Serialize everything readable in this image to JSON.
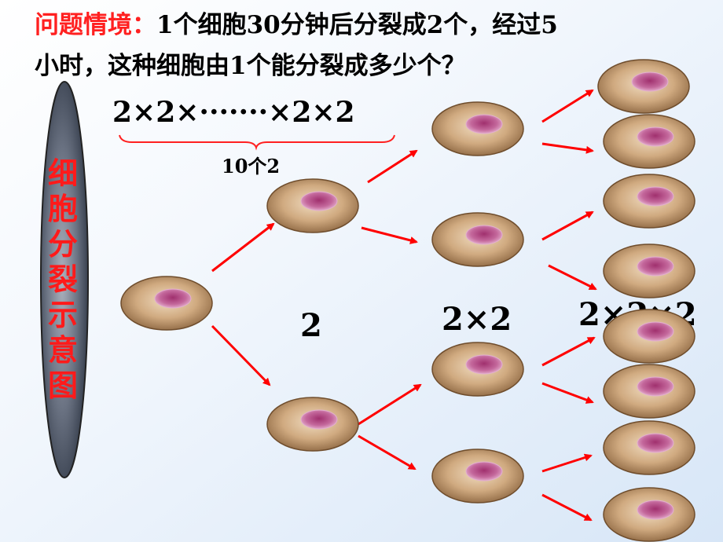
{
  "problem": {
    "label": "问题情境：",
    "line1": "1个细胞30分钟后分裂成2个，经过5",
    "line2": "小时，这种细胞由1个能分裂成多少个？"
  },
  "side_label": [
    "细",
    "胞",
    "分",
    "裂",
    "示",
    "意",
    "图"
  ],
  "formula": "2×2×·······×2×2",
  "brace_label": "10个2",
  "level_labels": [
    "2",
    "2×2",
    "2×2×2"
  ],
  "colors": {
    "title_red": "#ff2020",
    "arrow_red": "#ff0000",
    "cell_fill": "#b58a5e",
    "nucleus_fill": "#c06a9e",
    "ellipse_dark": "#3a4454"
  }
}
